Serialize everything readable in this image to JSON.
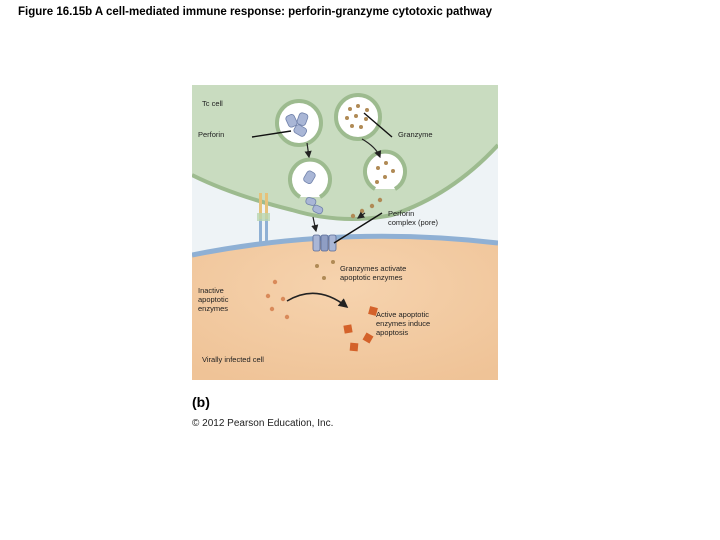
{
  "title": "Figure 16.15b A cell-mediated immune response: perforin-granzyme cytotoxic pathway",
  "labels": {
    "tc_cell": "Tc cell",
    "perforin": "Perforin",
    "granzyme": "Granzyme",
    "perforin_complex_line1": "Perforin",
    "perforin_complex_line2": "complex (pore)",
    "granzymes_activate_line1": "Granzymes activate",
    "granzymes_activate_line2": "apoptotic enzymes",
    "inactive_line1": "Inactive",
    "inactive_line2": "apoptotic",
    "inactive_line3": "enzymes",
    "active_line1": "Active apoptotic",
    "active_line2": "enzymes induce",
    "active_line3": "apoptosis",
    "virally_infected_cell": "Virally infected cell"
  },
  "panel_letter": "(b)",
  "copyright": "© 2012 Pearson Education, Inc.",
  "colors": {
    "tc_cytoplasm": "#c9dcc0",
    "tc_membrane": "#9dbb8f",
    "target_cytoplasm": "#f2c9a0",
    "target_membrane": "#8fb0d4",
    "perforin": "#a9b6d6",
    "granzyme": "#b08a55",
    "inactive_enzyme": "#d98a5a",
    "active_enzyme": "#d4622a"
  }
}
